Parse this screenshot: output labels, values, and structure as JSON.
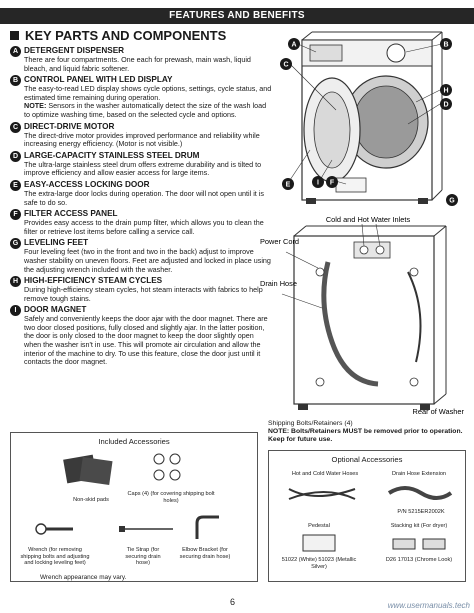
{
  "header": {
    "banner": "FEATURES AND BENEFITS"
  },
  "section": {
    "title": "KEY PARTS AND COMPONENTS"
  },
  "items": [
    {
      "letter": "A",
      "title": "DETERGENT DISPENSER",
      "text": "There are four compartments. One each for prewash, main wash, liquid bleach, and liquid fabric softener."
    },
    {
      "letter": "B",
      "title": "CONTROL PANEL WITH LED DISPLAY",
      "text": "The easy-to-read LED display shows cycle options, settings, cycle status, and estimated time remaining during operation.",
      "note_label": "NOTE:",
      "note_text": " Sensors in the washer automatically detect the size of the wash load to optimize washing time, based on the selected cycle and options."
    },
    {
      "letter": "C",
      "title": "DIRECT-DRIVE MOTOR",
      "text": "The direct-drive motor provides improved performance and reliability while increasing energy efficiency. (Motor is not visible.)"
    },
    {
      "letter": "D",
      "title": "LARGE-CAPACITY STAINLESS STEEL DRUM",
      "text": "The ultra-large stainless steel drum offers extreme durability and is tilted to improve efficiency and allow easier access for large items."
    },
    {
      "letter": "E",
      "title": "EASY-ACCESS LOCKING DOOR",
      "text": "The extra-large door locks during operation. The door will not open until it is safe to do so."
    },
    {
      "letter": "F",
      "title": "FILTER ACCESS PANEL",
      "text": "Provides easy access to the drain pump filter, which allows you to clean the filter or retrieve lost items before calling a service call."
    },
    {
      "letter": "G",
      "title": "LEVELING FEET",
      "text": "Four leveling feet (two in the front and two in the back) adjust to improve washer stability on uneven floors. Feet are adjusted and locked in place using the adjusting wrench included with the washer."
    },
    {
      "letter": "H",
      "title": "HIGH-EFFICIENCY STEAM CYCLES",
      "text": "During high-efficiency steam cycles, hot steam interacts with fabrics to help remove tough stains."
    },
    {
      "letter": "I",
      "title": "DOOR MAGNET",
      "text": "Safely and conveniently keeps the door ajar with the door magnet. There are two door closed positions, fully closed and slightly ajar. In the latter position, the door is only closed to the door magnet to keep the door slightly open when the washer isn't in use. This will promote air circulation and allow the interior of the machine to dry. To use this feature, close the door just until it contacts the door magnet."
    }
  ],
  "figure_front": {
    "labels": [
      "A",
      "B",
      "C",
      "D",
      "E",
      "F",
      "G",
      "H",
      "I"
    ]
  },
  "figure_rear": {
    "inlets": "Cold and Hot Water Inlets",
    "power_cord": "Power Cord",
    "drain_hose": "Drain Hose",
    "caption": "Rear of Washer"
  },
  "shipping": {
    "label": "Shipping Bolts/Retainers (4)",
    "note": "NOTE: Bolts/Retainers MUST be removed prior to operation. Keep for future use."
  },
  "included": {
    "title": "Included Accessories",
    "non_skid": "Non-skid pads",
    "caps": "Caps (4) (for covering shipping bolt holes)",
    "wrench": "Wrench (for removing shipping bolts and adjusting and locking leveling feet)",
    "tie_strap": "Tie Strap (for securing drain hose)",
    "elbow": "Elbow Bracket (for securing drain hose)",
    "wrench_note": "Wrench appearance may vary."
  },
  "optional": {
    "title": "Optional Accessories",
    "hoses": "Hot and Cold Water Hoses",
    "drain_ext": "Drain Hose Extension",
    "drain_pn": "P/N 5215ER2002K",
    "pedestal": "Pedestal",
    "pedestal_pn": "51022 (White) 51023 (Metallic Silver)",
    "stacking": "Stacking kit (For dryer)",
    "stacking_pn": "D26 17013 (Chrome Look)"
  },
  "footer": {
    "page": "6",
    "watermark": "www.usermanuals.tech"
  }
}
